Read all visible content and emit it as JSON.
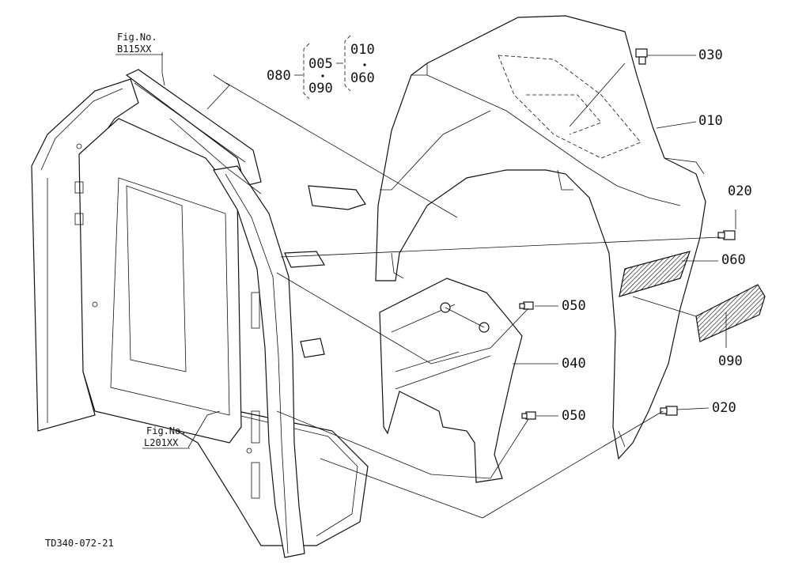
{
  "fig_refs": [
    {
      "prefix": "Fig.No.",
      "code": "B115XX"
    },
    {
      "prefix": "Fig.No.",
      "code": "L201XX"
    }
  ],
  "kit": {
    "main": "080",
    "left_top": "005",
    "left_bottom": "090",
    "right_top": "010",
    "right_bottom": "060"
  },
  "callouts": {
    "c030": "030",
    "c010": "010",
    "c020a": "020",
    "c060": "060",
    "c090": "090",
    "c050a": "050",
    "c040": "040",
    "c050b": "050",
    "c020b": "020"
  },
  "drawing_id": "TD340-072-21"
}
